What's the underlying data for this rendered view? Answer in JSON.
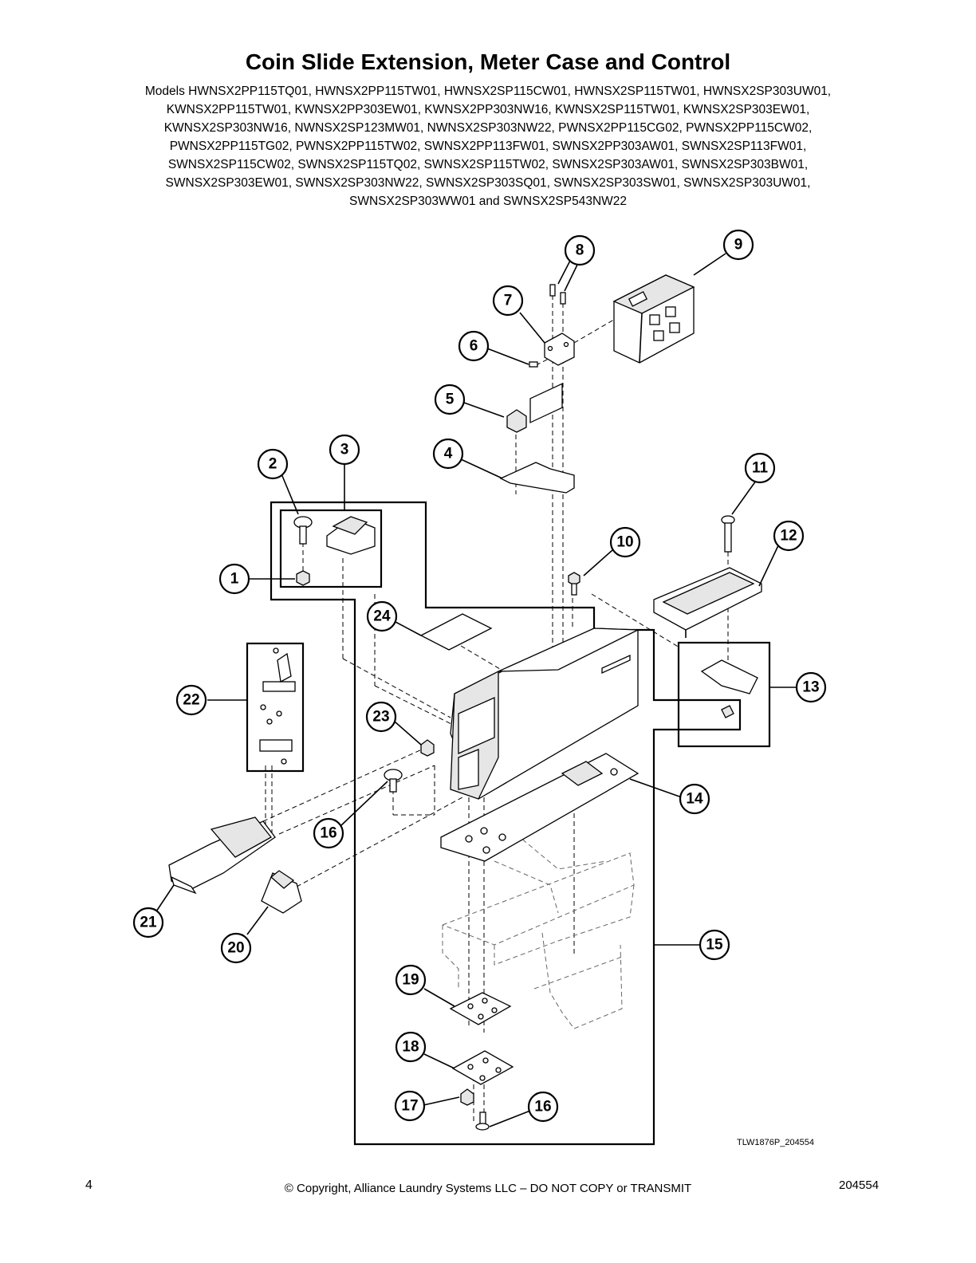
{
  "title": "Coin Slide Extension, Meter Case and Control",
  "models_lines": [
    "Models HWNSX2PP115TQ01, HWNSX2PP115TW01, HWNSX2SP115CW01, HWNSX2SP115TW01, HWNSX2SP303UW01,",
    "KWNSX2PP115TW01, KWNSX2PP303EW01, KWNSX2PP303NW16, KWNSX2SP115TW01, KWNSX2SP303EW01,",
    "KWNSX2SP303NW16, NWNSX2SP123MW01, NWNSX2SP303NW22, PWNSX2PP115CG02, PWNSX2PP115CW02,",
    "PWNSX2PP115TG02, PWNSX2PP115TW02, SWNSX2PP113FW01, SWNSX2PP303AW01, SWNSX2SP113FW01,",
    "SWNSX2SP115CW02, SWNSX2SP115TQ02, SWNSX2SP115TW02, SWNSX2SP303AW01, SWNSX2SP303BW01,",
    "SWNSX2SP303EW01, SWNSX2SP303NW22, SWNSX2SP303SQ01, SWNSX2SP303SW01, SWNSX2SP303UW01,",
    "SWNSX2SP303WW01 and SWNSX2SP543NW22"
  ],
  "callouts": [
    "1",
    "2",
    "3",
    "4",
    "5",
    "6",
    "7",
    "8",
    "9",
    "10",
    "11",
    "12",
    "13",
    "14",
    "15",
    "16",
    "17",
    "18",
    "19",
    "20",
    "21",
    "22",
    "23",
    "24",
    "16"
  ],
  "figure_ref": "TLW1876P_204554",
  "footer": {
    "page_number": "4",
    "copyright": "© Copyright, Alliance Laundry Systems LLC – DO NOT COPY or TRANSMIT",
    "doc_number": "204554"
  }
}
